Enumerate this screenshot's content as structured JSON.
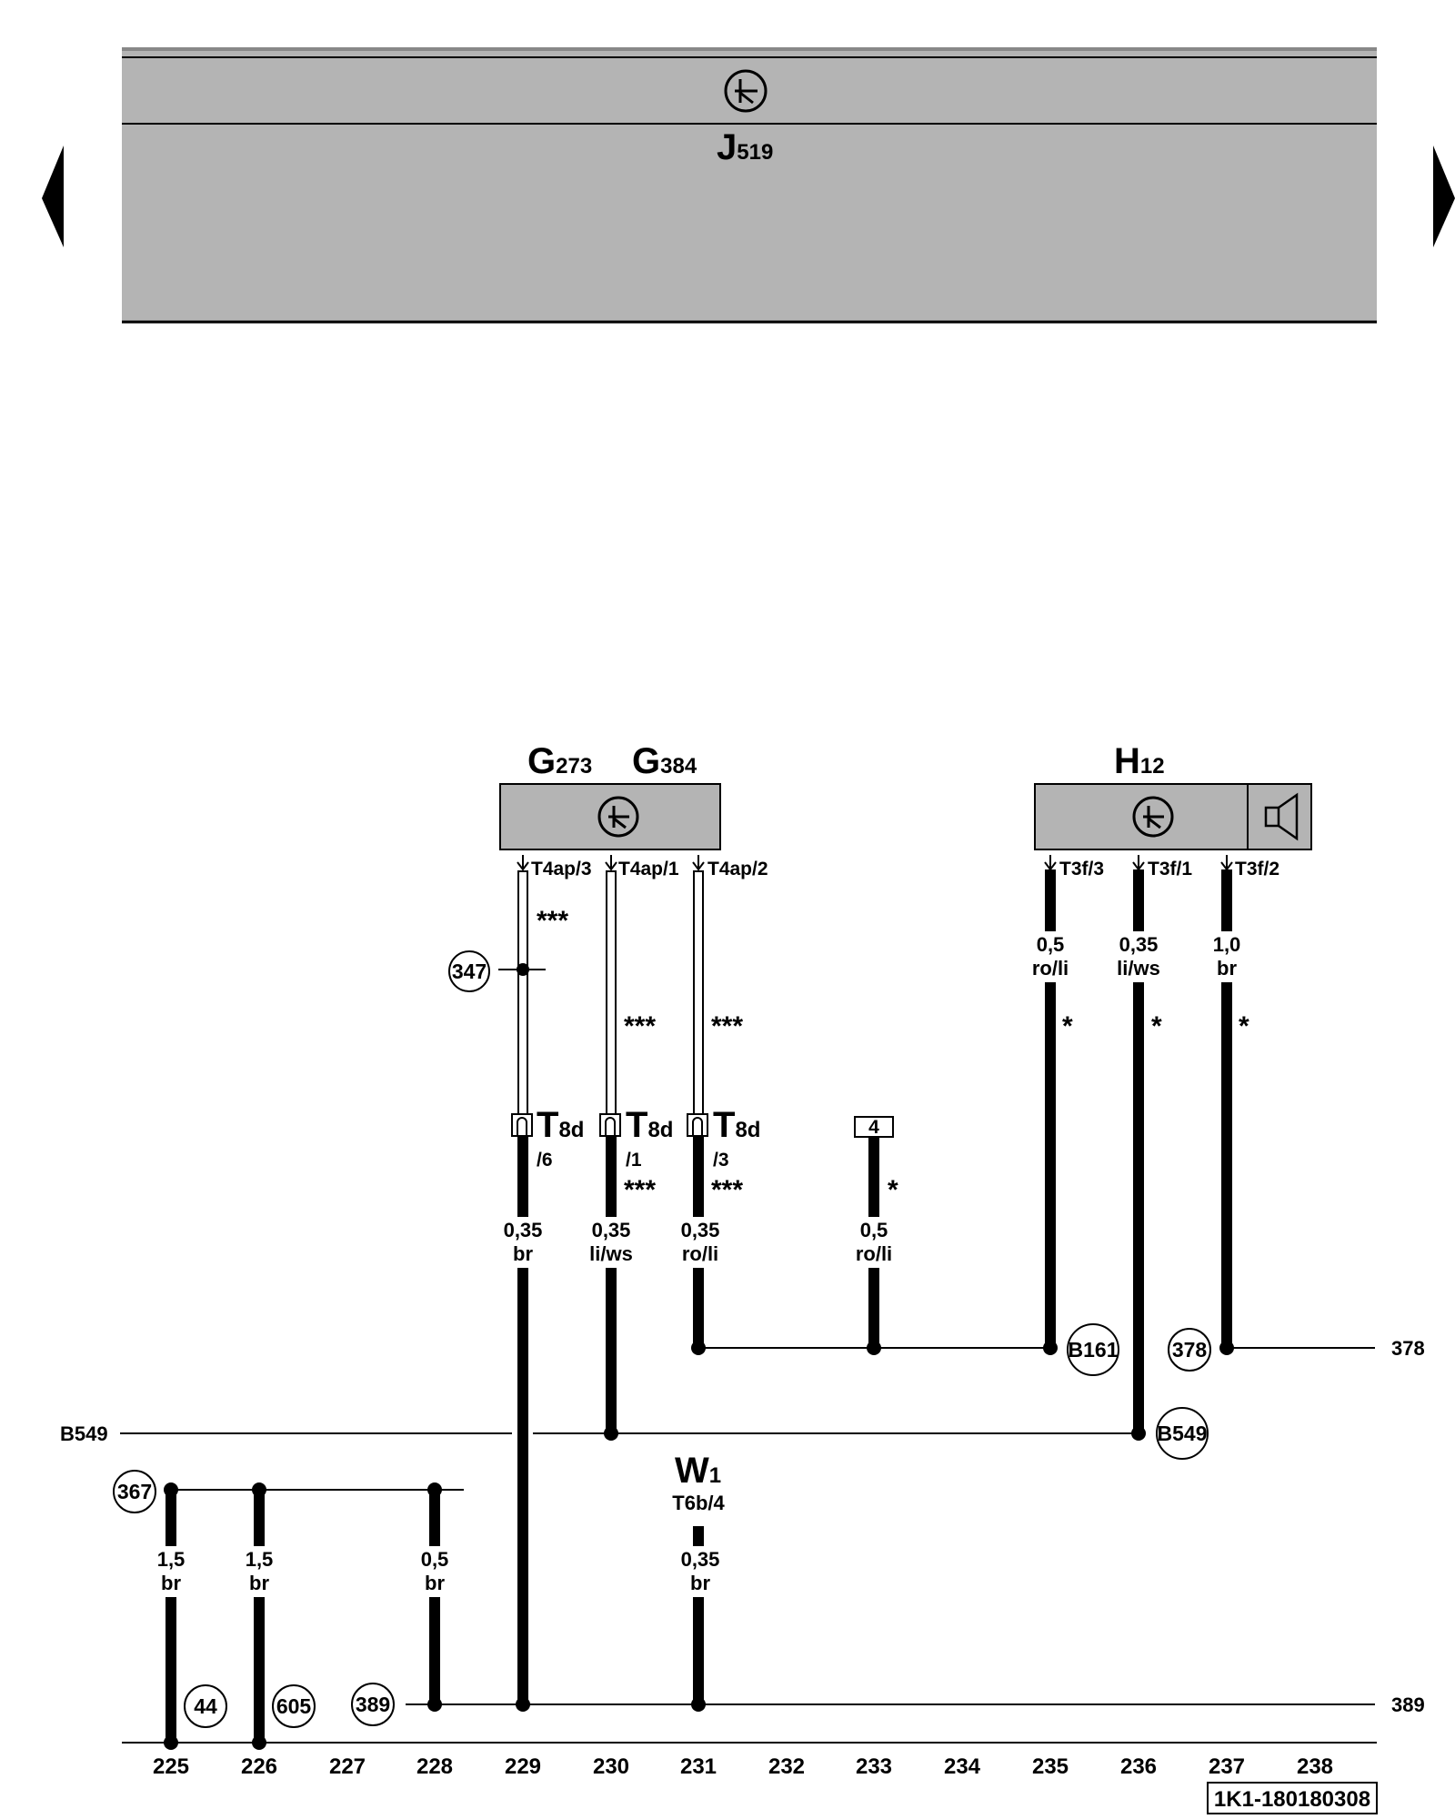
{
  "control_unit": {
    "letter": "J",
    "sub": "519",
    "icon": "electronic-icon"
  },
  "components": [
    {
      "id": "G273",
      "letter": "G",
      "sub": "273"
    },
    {
      "id": "G384",
      "letter": "G",
      "sub": "384"
    },
    {
      "id": "H12",
      "letter": "H",
      "sub": "12",
      "icon": "horn-speaker-icon"
    },
    {
      "id": "W1",
      "letter": "W",
      "sub": "1",
      "pin": "T6b/4"
    },
    {
      "id": "T8d",
      "letter": "T",
      "sub": "8d"
    }
  ],
  "pins": {
    "t4ap3": "T4ap/3",
    "t4ap1": "T4ap/1",
    "t4ap2": "T4ap/2",
    "t3f3": "T3f/3",
    "t3f1": "T3f/1",
    "t3f2": "T3f/2",
    "t8d6": "/6",
    "t8d1": "/1",
    "t8d3": "/3"
  },
  "wires": {
    "w229a": "0,35",
    "w229b": "br",
    "w230a": "0,35",
    "w230b": "li/ws",
    "w231a": "0,35",
    "w231b": "ro/li",
    "w233a": "0,5",
    "w233b": "ro/li",
    "w235a": "0,5",
    "w235b": "ro/li",
    "w236a": "0,35",
    "w236b": "li/ws",
    "w237a": "1,0",
    "w237b": "br",
    "w225a": "1,5",
    "w225b": "br",
    "w226a": "1,5",
    "w226b": "br",
    "w228a": "0,5",
    "w228b": "br",
    "w231la": "0,35",
    "w231lb": "br"
  },
  "markers": {
    "triple": "***",
    "single": "*"
  },
  "connector_4": "4",
  "circles": {
    "c347": "347",
    "c367": "367",
    "c44": "44",
    "c605": "605",
    "c389": "389",
    "c378": "378",
    "b161": "B161",
    "b549": "B549"
  },
  "side_labels": {
    "left_b549": "B549",
    "right_378": "378",
    "right_389": "389"
  },
  "current_tracks": [
    "225",
    "226",
    "227",
    "228",
    "229",
    "230",
    "231",
    "232",
    "233",
    "234",
    "235",
    "236",
    "237",
    "238"
  ],
  "diagram_id": "1K1-180180308"
}
